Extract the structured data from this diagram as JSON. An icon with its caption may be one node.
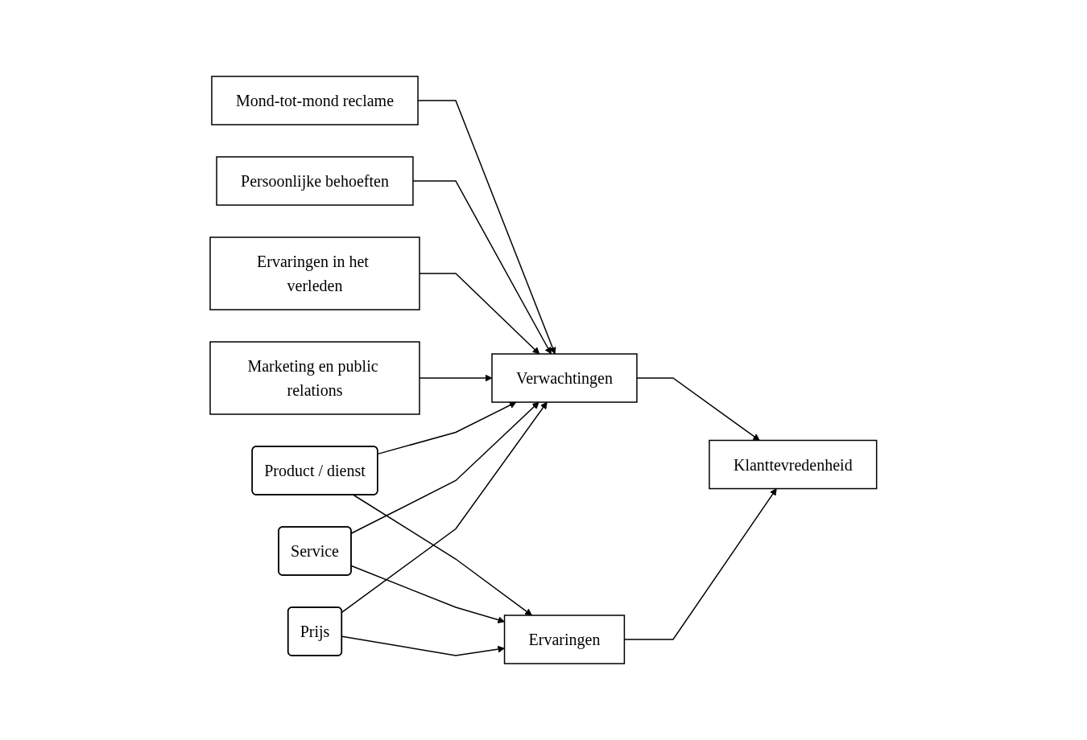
{
  "diagram": {
    "nodes": [
      {
        "text": [
          "Mond-tot-mond reclame"
        ]
      },
      {
        "text": [
          "Persoonlijke behoeften"
        ]
      },
      {
        "text": [
          "Ervaringen in het verleden"
        ]
      },
      {
        "text": [
          "Marketing en public relations"
        ]
      },
      {
        "text": [
          "Product / dienst"
        ]
      },
      {
        "text": [
          "Service"
        ]
      },
      {
        "text": [
          "Prijs"
        ]
      },
      {
        "text": [
          "Verwachtingen"
        ]
      },
      {
        "text": [
          "Ervaringen"
        ]
      },
      {
        "text": [
          "Klanttevredenheid"
        ]
      }
    ],
    "edges": [
      {
        "from": 0,
        "to": 7,
        "arrow": "to"
      },
      {
        "from": 1,
        "to": 7,
        "arrow": "to"
      },
      {
        "from": 2,
        "to": 7,
        "arrow": "to"
      },
      {
        "from": 3,
        "to": 7,
        "arrow": "to"
      },
      {
        "from": 4,
        "to": 7,
        "arrow": "to"
      },
      {
        "from": 5,
        "to": 7,
        "arrow": "to"
      },
      {
        "from": 6,
        "to": 7,
        "arrow": "to"
      },
      {
        "from": 4,
        "to": 8,
        "arrow": "to"
      },
      {
        "from": 5,
        "to": 8,
        "arrow": "to"
      },
      {
        "from": 6,
        "to": 8,
        "arrow": "to"
      },
      {
        "from": 7,
        "to": 9,
        "arrow": "to"
      },
      {
        "from": 8,
        "to": 9,
        "arrow": "to"
      }
    ]
  }
}
